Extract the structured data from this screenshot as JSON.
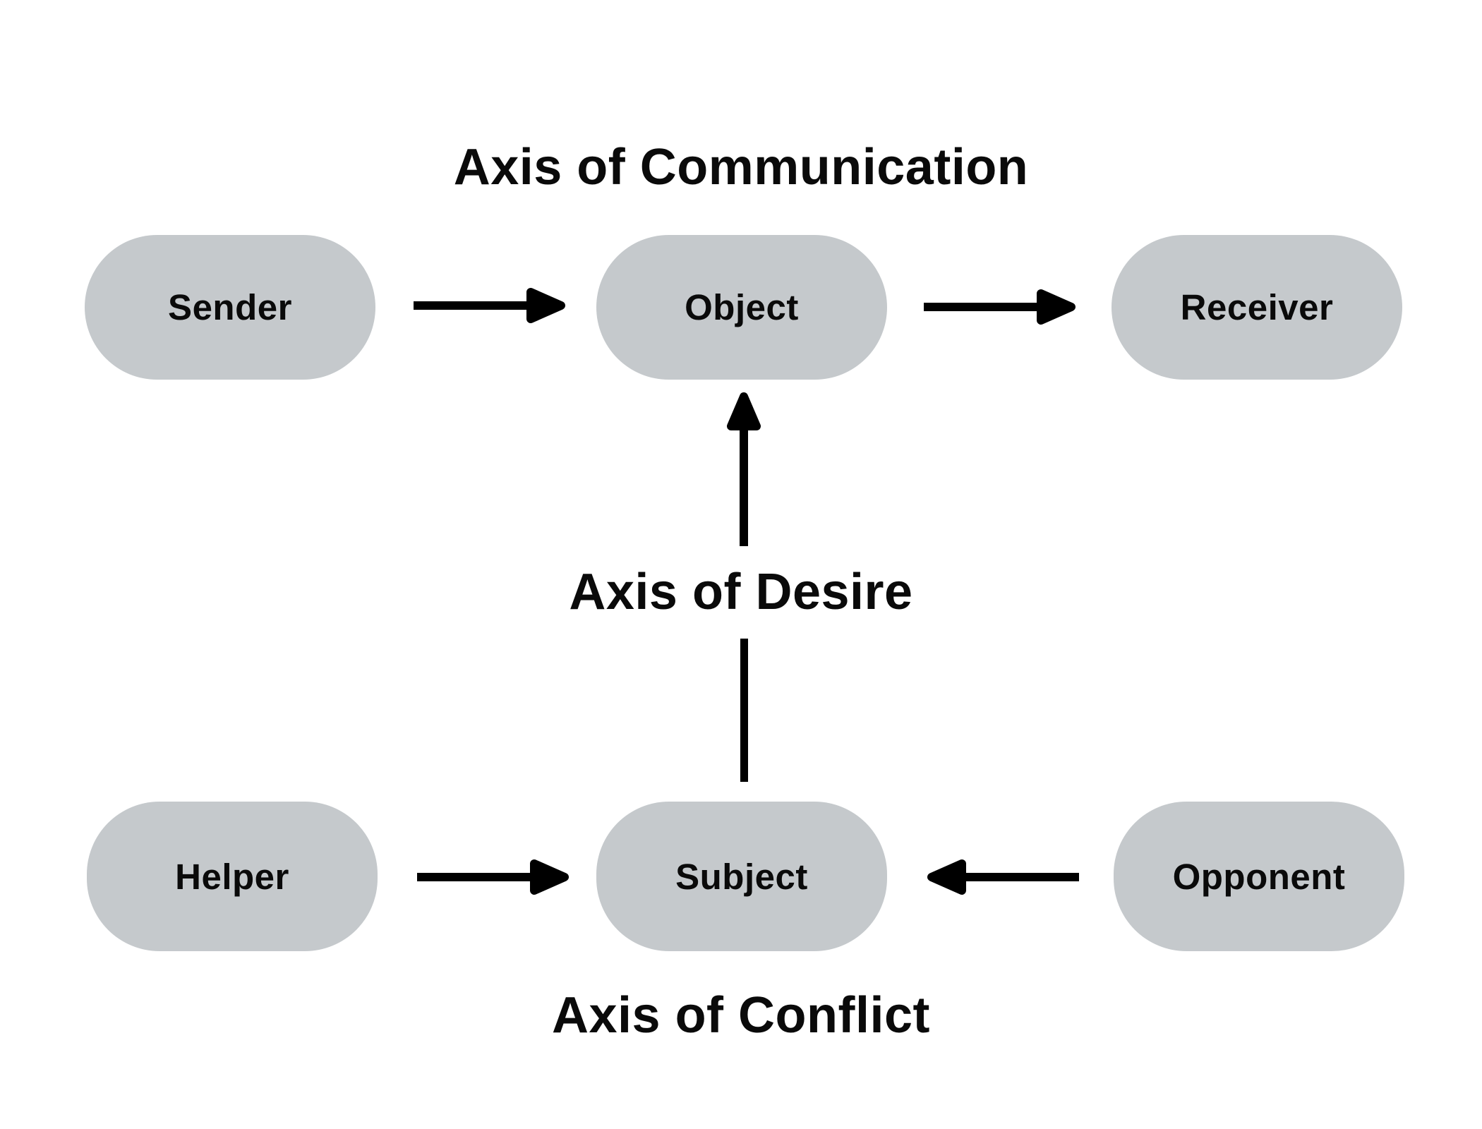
{
  "diagram": {
    "type": "actantial-model",
    "title": "Axis of Communication",
    "axis_labels": {
      "communication": "Axis of Communication",
      "desire": "Axis of Desire",
      "conflict": "Axis of Conflict"
    },
    "nodes": {
      "sender": "Sender",
      "object": "Object",
      "receiver": "Receiver",
      "helper": "Helper",
      "subject": "Subject",
      "opponent": "Opponent"
    },
    "edges": [
      {
        "from": "Sender",
        "to": "Object",
        "axis": "Axis of Communication",
        "direction": "right"
      },
      {
        "from": "Object",
        "to": "Receiver",
        "axis": "Axis of Communication",
        "direction": "right"
      },
      {
        "from": "Subject",
        "to": "Object",
        "axis": "Axis of Desire",
        "direction": "up"
      },
      {
        "from": "Helper",
        "to": "Subject",
        "axis": "Axis of Conflict",
        "direction": "right"
      },
      {
        "from": "Opponent",
        "to": "Subject",
        "axis": "Axis of Conflict",
        "direction": "left"
      }
    ],
    "colors": {
      "background": "#ffffff",
      "pill_fill": "#c5c9cc",
      "arrow": "#000000",
      "text": "#0a0a0a"
    }
  }
}
